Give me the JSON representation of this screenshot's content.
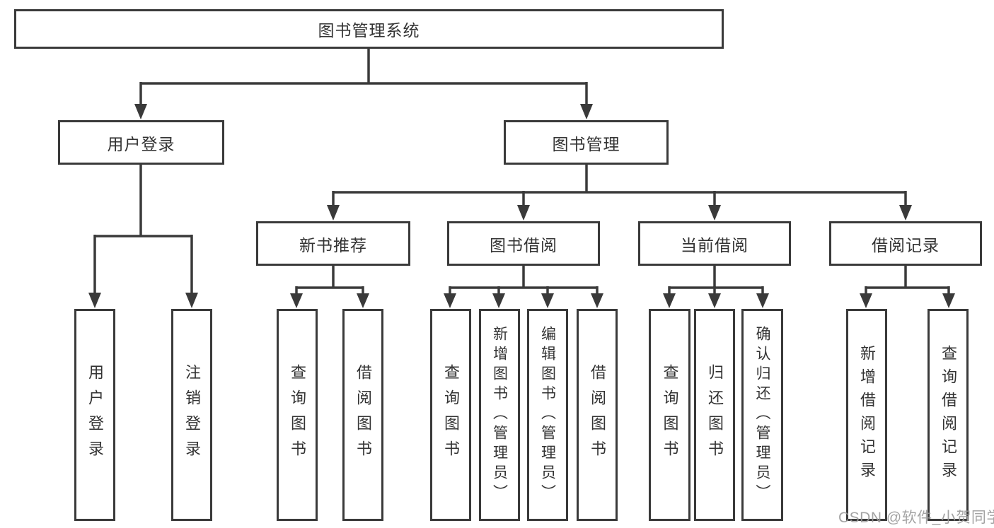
{
  "colors": {
    "line": "#3a3a3a",
    "box_border": "#3a3a3a",
    "text": "#333333",
    "background": "#ffffff",
    "watermark": "#9a9a9a"
  },
  "watermark": {
    "text": "CSDN @软件_小贺同学"
  },
  "tree": {
    "root": {
      "label": "图书管理系统"
    },
    "branches": [
      {
        "label": "用户登录",
        "children": [
          {
            "label": "用户登录"
          },
          {
            "label": "注销登录"
          }
        ]
      },
      {
        "label": "图书管理",
        "children": [
          {
            "label": "新书推荐",
            "children": [
              {
                "label": "查询图书"
              },
              {
                "label": "借阅图书"
              }
            ]
          },
          {
            "label": "图书借阅",
            "children": [
              {
                "label": "查询图书"
              },
              {
                "label": "新增图书（管理员）"
              },
              {
                "label": "编辑图书（管理员）"
              },
              {
                "label": "借阅图书"
              }
            ]
          },
          {
            "label": "当前借阅",
            "children": [
              {
                "label": "查询图书"
              },
              {
                "label": "归还图书"
              },
              {
                "label": "确认归还（管理员）"
              }
            ]
          },
          {
            "label": "借阅记录",
            "children": [
              {
                "label": "新增借阅记录"
              },
              {
                "label": "查询借阅记录"
              }
            ]
          }
        ]
      }
    ]
  }
}
